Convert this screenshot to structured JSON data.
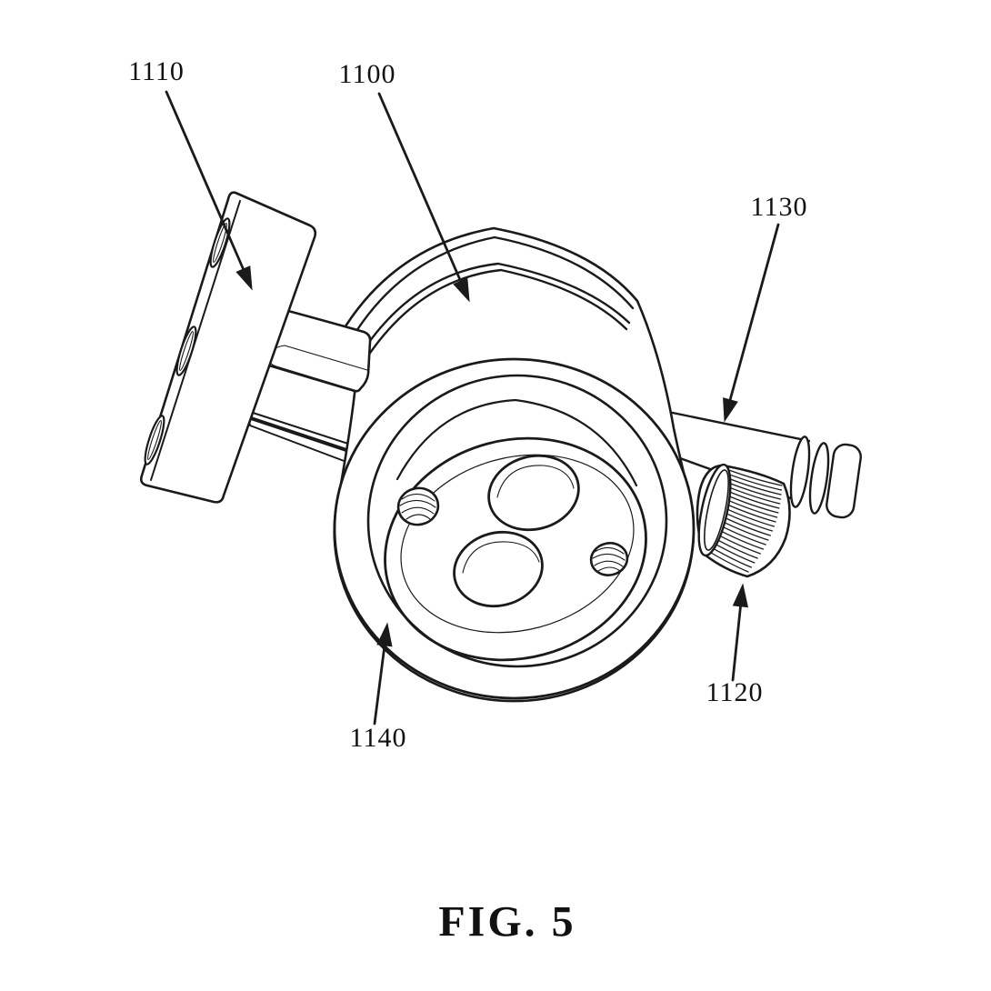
{
  "figure": {
    "caption": "FIG. 5",
    "callouts": [
      {
        "ref": "1110"
      },
      {
        "ref": "1100"
      },
      {
        "ref": "1130"
      },
      {
        "ref": "1120"
      },
      {
        "ref": "1140"
      }
    ]
  },
  "colors": {
    "ink": "#1a1a1a",
    "background": "#ffffff"
  }
}
